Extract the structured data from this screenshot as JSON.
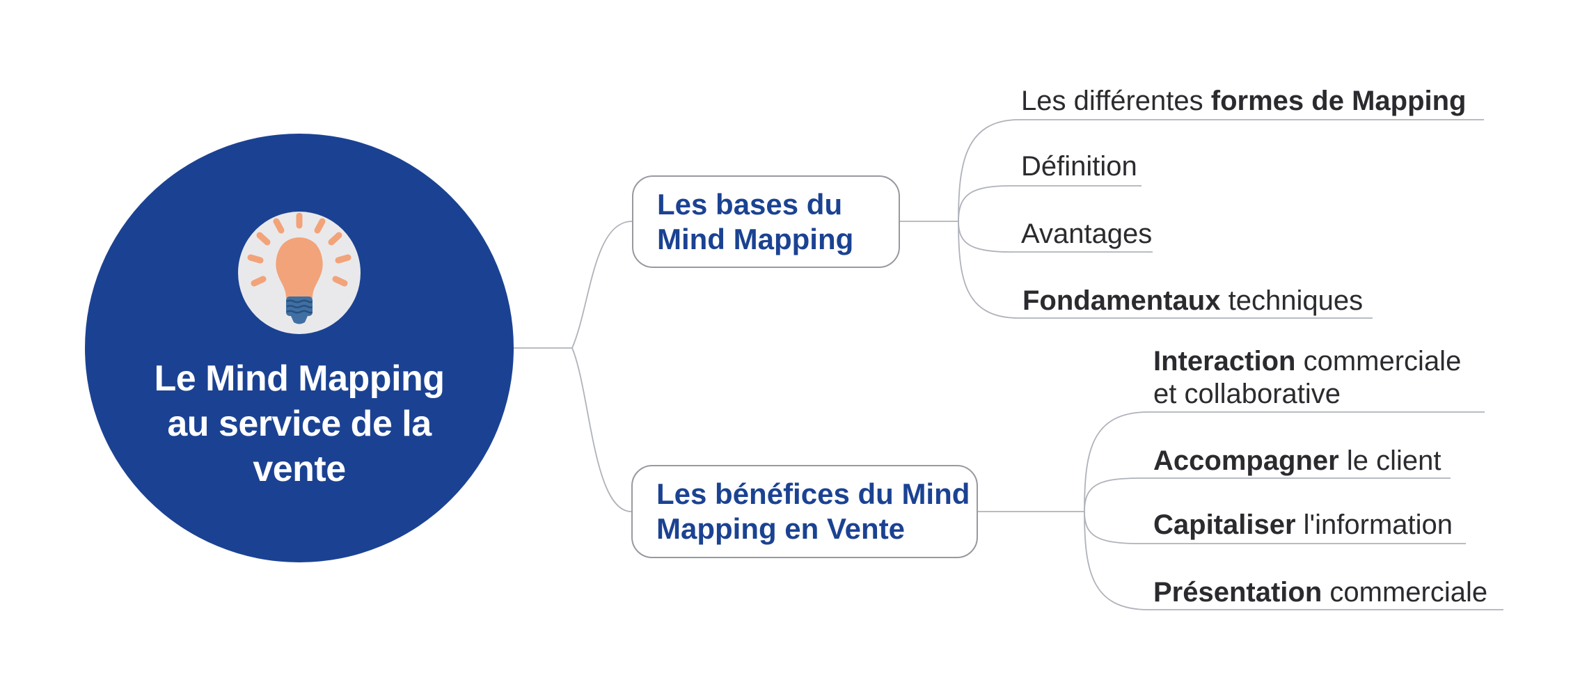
{
  "colors": {
    "accent_blue": "#1B4292",
    "leaf_text": "#2B2B2F",
    "connector_gray": "#AFB2BA",
    "box_border": "#97999F",
    "bulb_orange": "#F2A379",
    "bulb_base_blue": "#3F6FA3",
    "badge_gray": "#E9E9EC"
  },
  "root": {
    "line1": "Le Mind Mapping",
    "line2": "au service de la",
    "line3": "vente",
    "icon": "lightbulb-icon"
  },
  "branch1": {
    "line1": "Les bases du",
    "line2": "Mind Mapping",
    "children": [
      {
        "pre": "Les différentes ",
        "bold": "formes de Mapping",
        "post": "",
        "line2": ""
      },
      {
        "pre": "Définition",
        "bold": "",
        "post": "",
        "line2": ""
      },
      {
        "pre": "Avantages",
        "bold": "",
        "post": "",
        "line2": ""
      },
      {
        "pre": "",
        "bold": "Fondamentaux",
        "post": " techniques",
        "line2": ""
      }
    ]
  },
  "branch2": {
    "line1": "Les bénéfices du Mind",
    "line2": "Mapping en Vente",
    "children": [
      {
        "pre": "",
        "bold": "Interaction",
        "post": " commerciale",
        "line2": "et collaborative"
      },
      {
        "pre": "",
        "bold": "Accompagner",
        "post": " le client",
        "line2": ""
      },
      {
        "pre": "",
        "bold": "Capitaliser",
        "post": " l'information",
        "line2": ""
      },
      {
        "pre": "",
        "bold": "Présentation",
        "post": " commerciale",
        "line2": ""
      }
    ]
  }
}
